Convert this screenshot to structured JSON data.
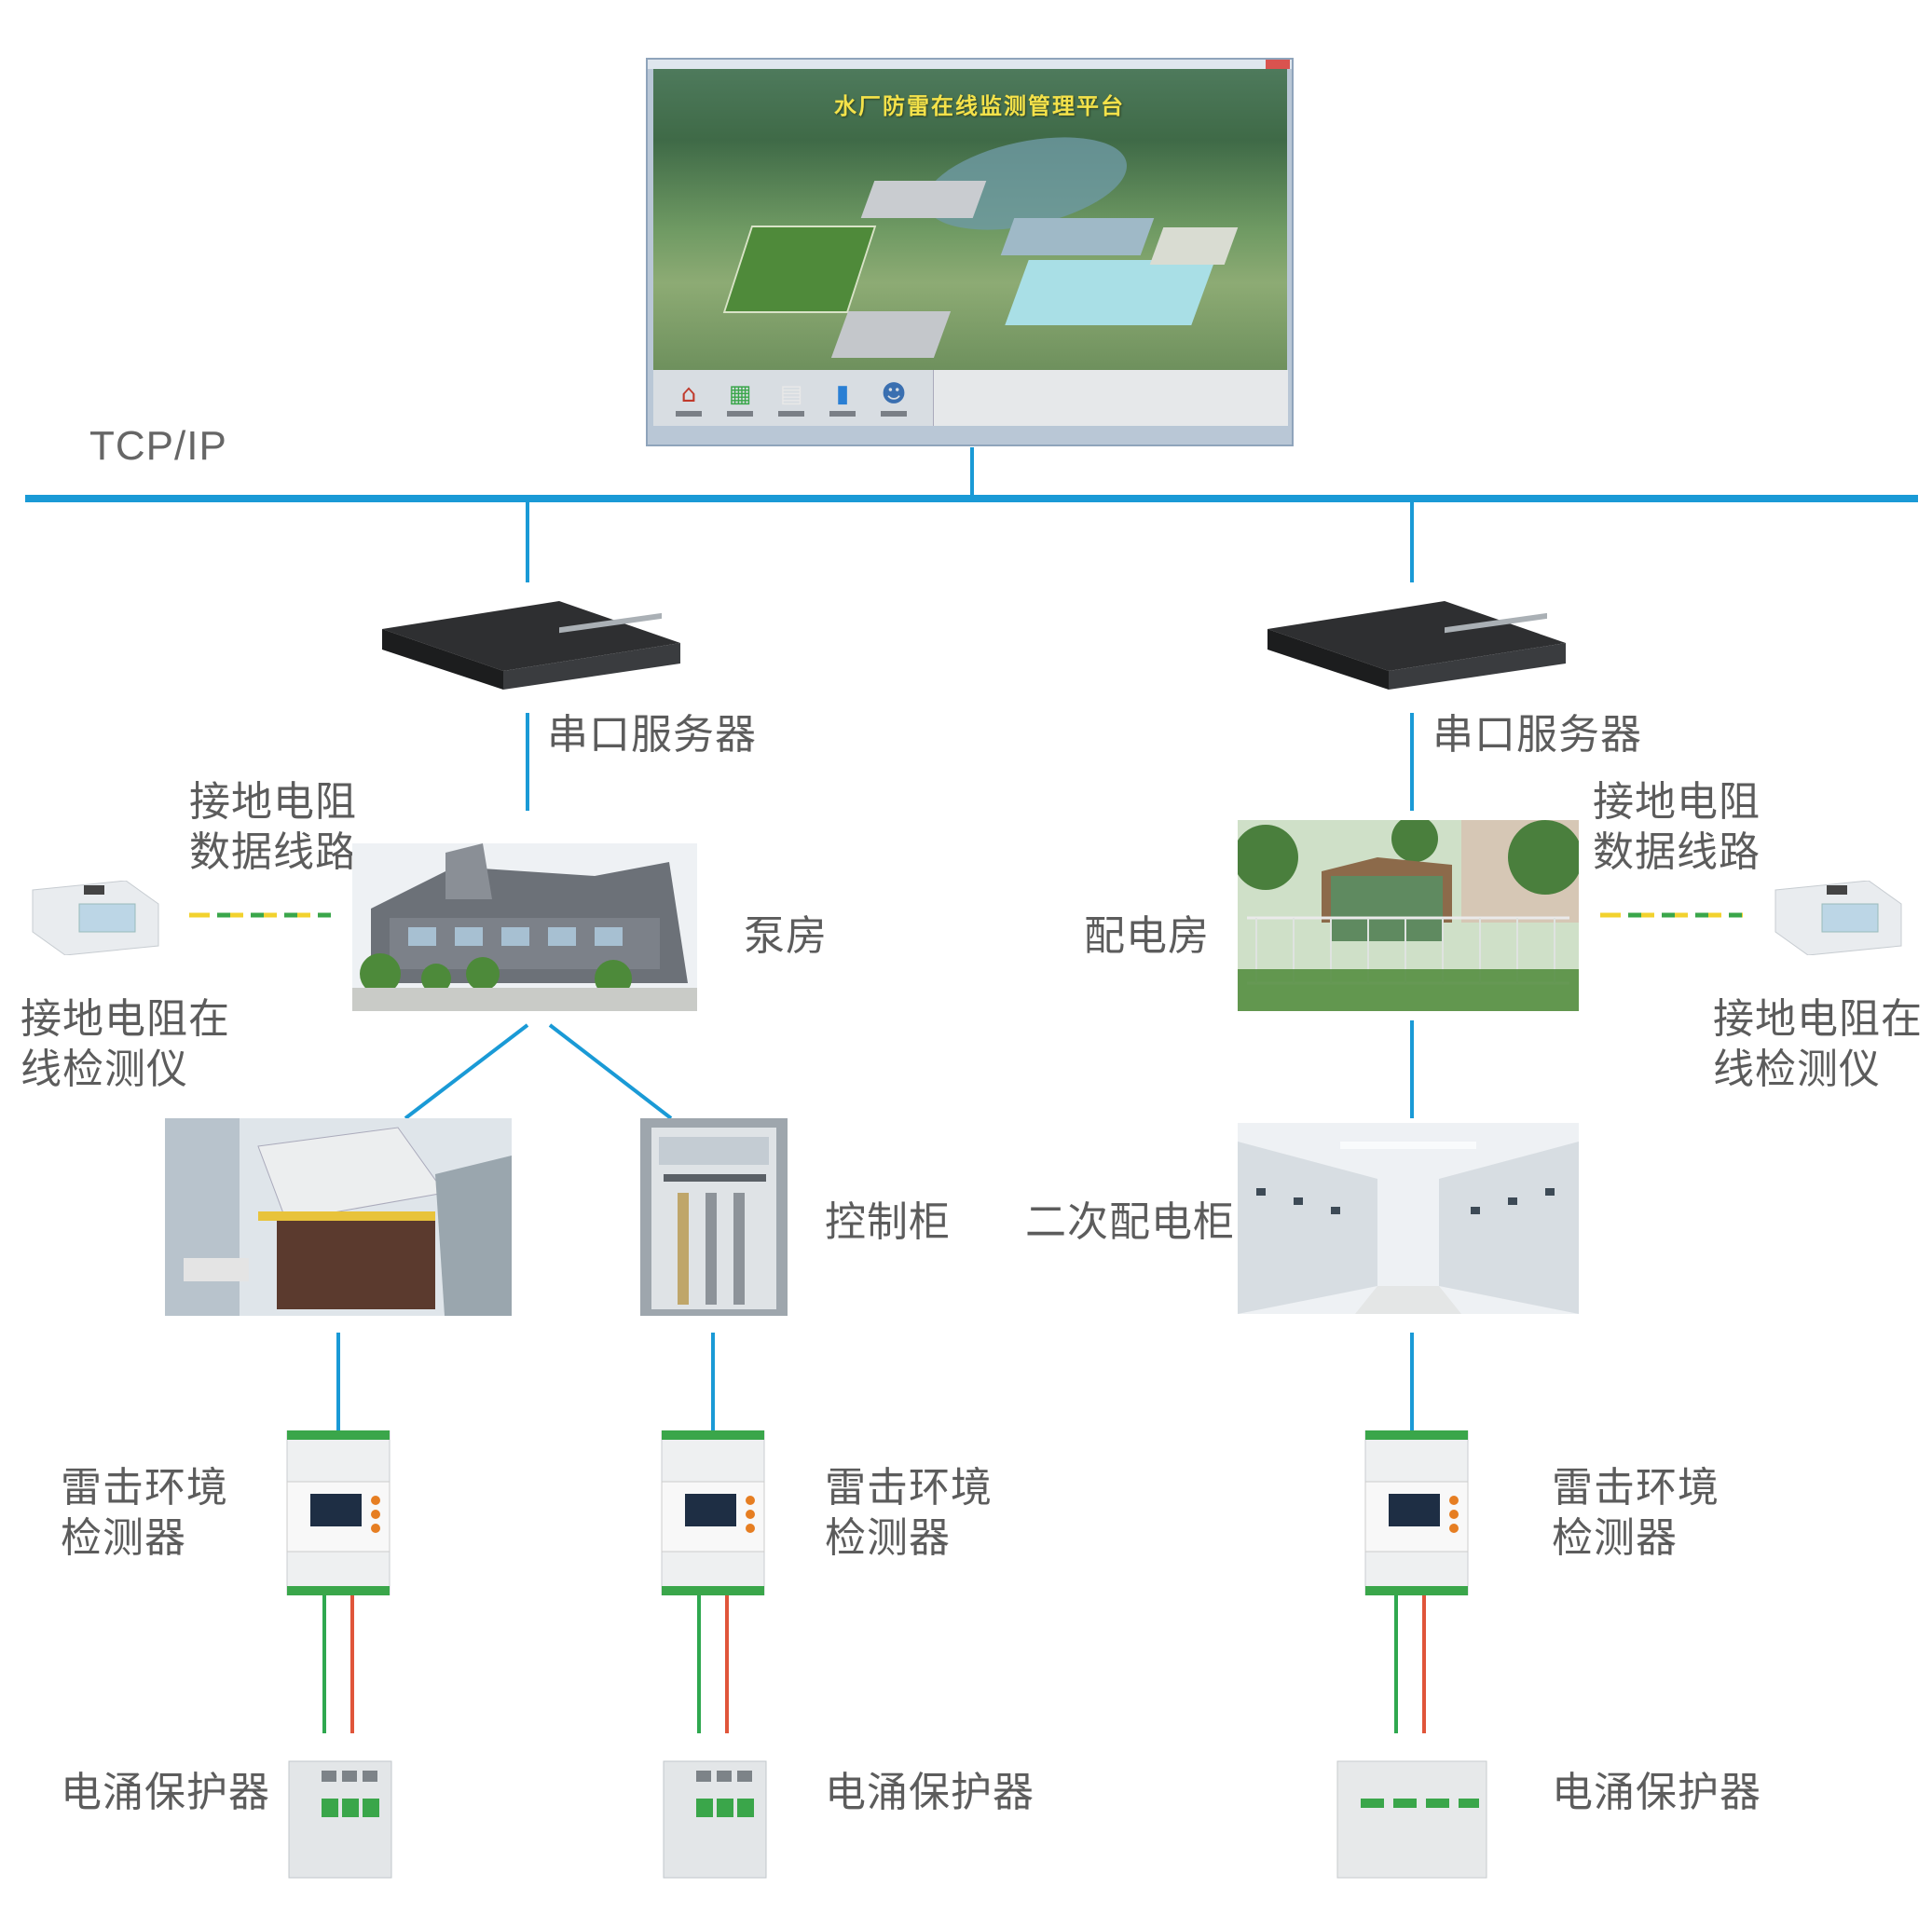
{
  "colors": {
    "network_line": "#1a9ad6",
    "link_dashed_yellow": "#f2d22e",
    "link_dashed_green": "#3aa64a",
    "wire_green": "#2fa84f",
    "wire_red": "#e0553a"
  },
  "platform": {
    "title": "水厂防雷在线监测管理平台",
    "toolbar_icons": [
      "home-icon",
      "building-icon",
      "document-icon",
      "bar-chart-icon",
      "user-icon"
    ]
  },
  "network": {
    "label": "TCP/IP"
  },
  "left": {
    "server_label": "串口服务器",
    "ground_line_label": "接地电阻\n数据线路",
    "ground_device_label": "接地电阻在\n线检测仪",
    "room_label": "泵房",
    "cabinet_label": "控制柜",
    "detector_label_a": "雷击环境\n检测器",
    "detector_label_b": "雷击环境\n检测器",
    "spd_label_a": "电涌保护器",
    "spd_label_b": "电涌保护器"
  },
  "right": {
    "server_label": "串口服务器",
    "ground_line_label": "接地电阻\n数据线路",
    "ground_device_label": "接地电阻在\n线检测仪",
    "room_label": "配电房",
    "cabinet_label": "二次配电柜",
    "detector_label": "雷击环境\n检测器",
    "spd_label": "电涌保护器"
  }
}
